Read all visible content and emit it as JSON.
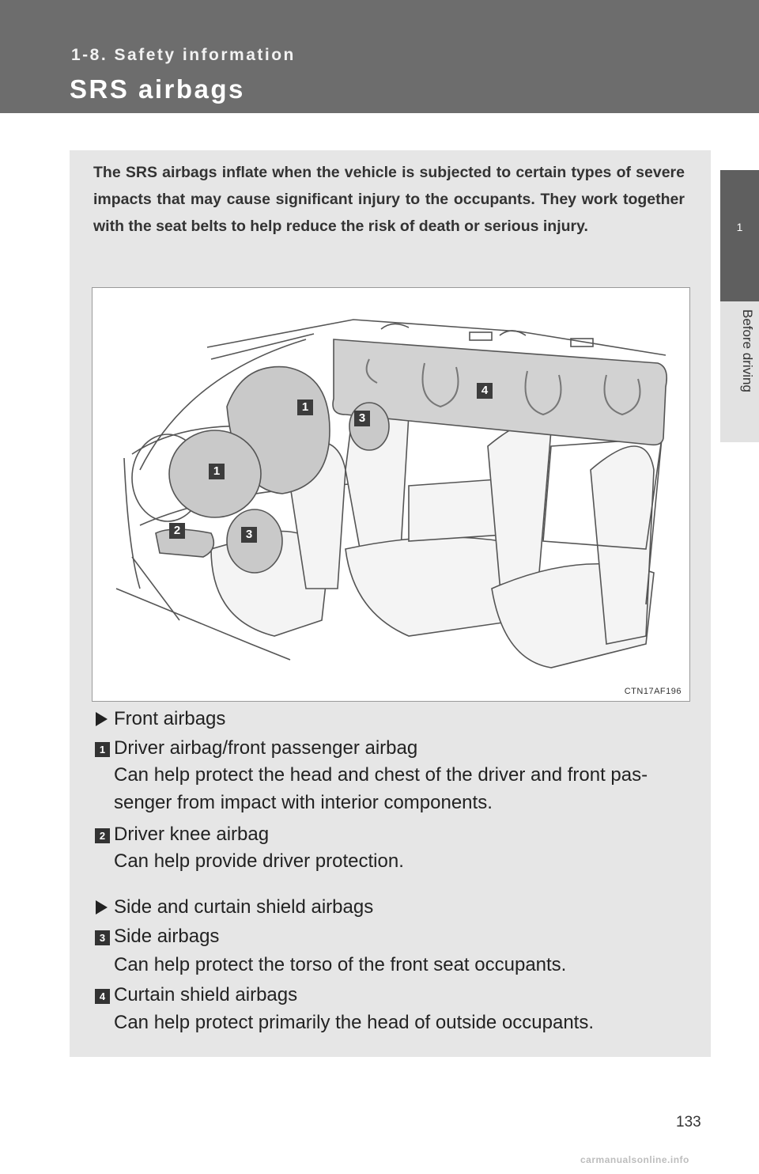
{
  "header": {
    "section": "1-8. Safety information",
    "title": "SRS airbags"
  },
  "side_tab": {
    "number": "1",
    "label": "Before driving"
  },
  "intro": "The SRS airbags inflate when the vehicle is subjected to certain types of severe impacts that may cause significant injury to the occupants. They work together with the seat belts to help reduce the risk of death or serious injury.",
  "figure": {
    "code": "CTN17AF196",
    "labels": [
      "1",
      "1",
      "2",
      "3",
      "3",
      "4"
    ]
  },
  "groups": [
    {
      "heading": "Front airbags",
      "items": [
        {
          "num": "1",
          "title": "Driver airbag/front passenger airbag",
          "lines": [
            "Can help protect the head and chest of the driver and front pas-",
            "senger from impact with interior components."
          ]
        },
        {
          "num": "2",
          "title": "Driver knee airbag",
          "lines": [
            "Can help provide driver protection."
          ]
        }
      ]
    },
    {
      "heading": "Side and curtain shield airbags",
      "items": [
        {
          "num": "3",
          "title": "Side airbags",
          "lines": [
            "Can help protect the torso of the front seat occupants."
          ]
        },
        {
          "num": "4",
          "title": "Curtain shield airbags",
          "lines": [
            "Can help protect primarily the head of outside occupants."
          ]
        }
      ]
    }
  ],
  "page_number": "133",
  "footer": "carmanualsonline.info"
}
